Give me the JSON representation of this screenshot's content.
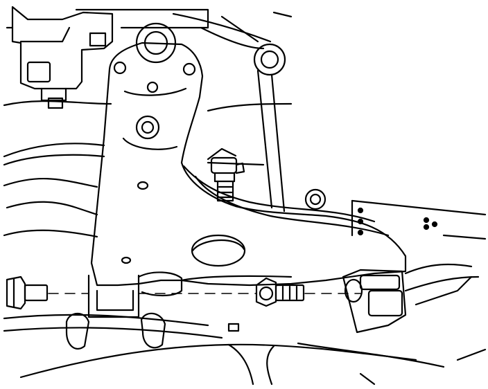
{
  "figure": {
    "background": "#ffffff",
    "line_color": "#000000",
    "label_text": ""
  },
  "parts": [
    "control-arm",
    "front-bushing-bolt",
    "rear-bushing-bolt",
    "rear-bushing-bracket",
    "ball-joint",
    "stabilizer-link",
    "engine-mount",
    "subframe"
  ]
}
